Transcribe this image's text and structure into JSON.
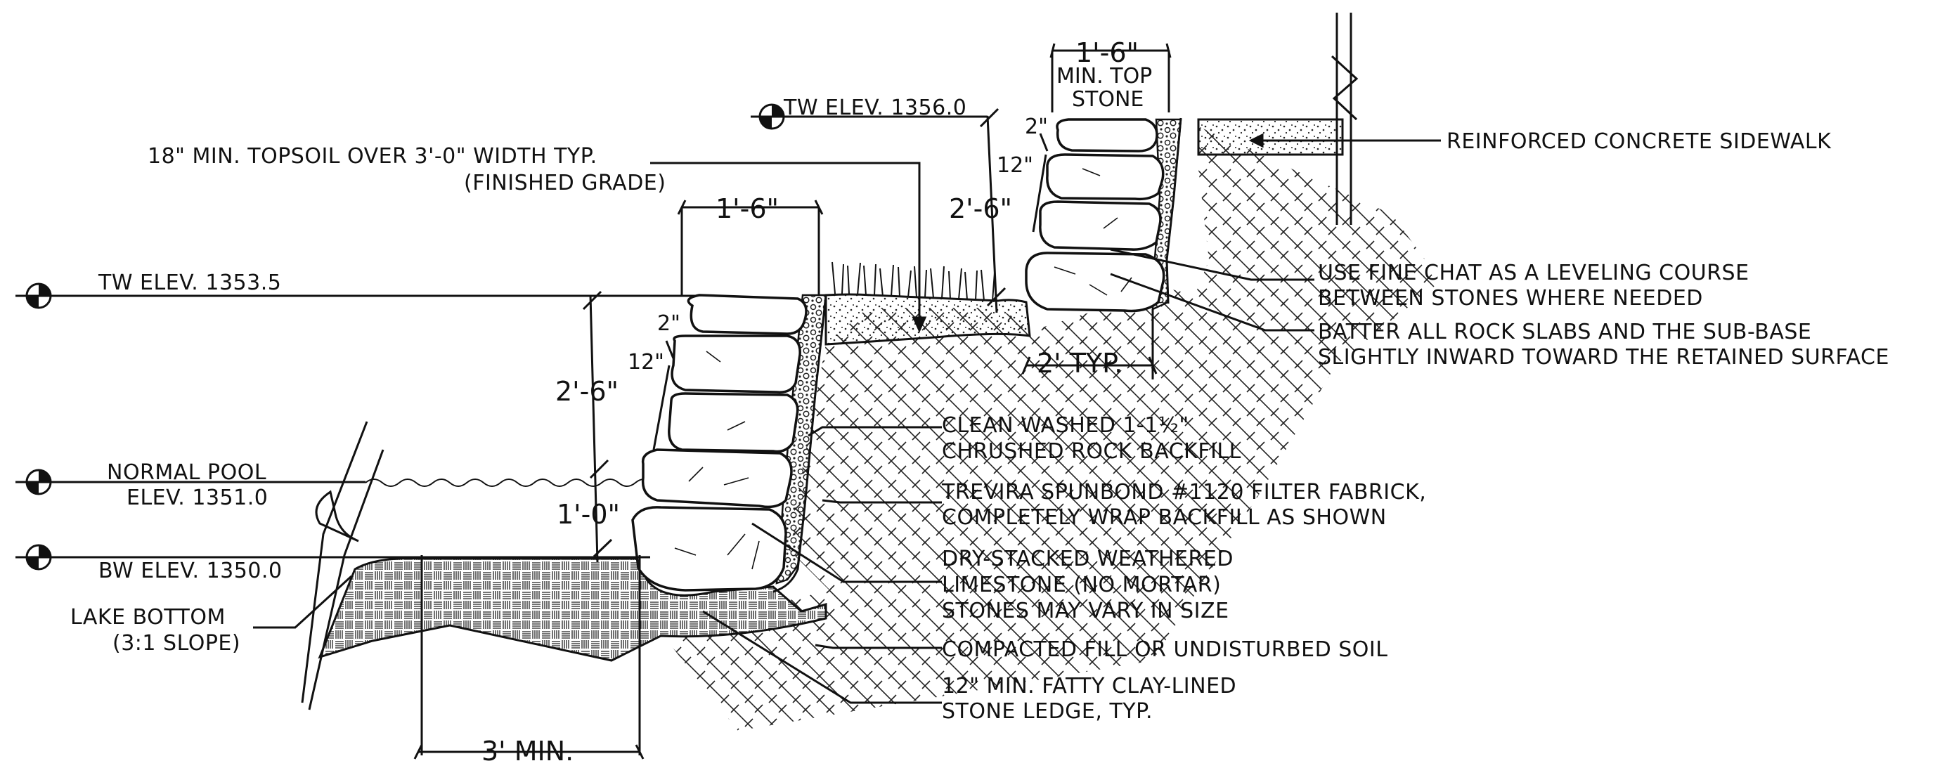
{
  "elevations": {
    "tw_upper": "TW ELEV. 1356.0",
    "tw_lower": "TW ELEV. 1353.5",
    "normal_pool_line1": "NORMAL POOL",
    "normal_pool_line2": "ELEV. 1351.0",
    "bw": "BW ELEV. 1350.0"
  },
  "dimensions": {
    "top_stone_width": "1'-6\"",
    "top_stone_note_line1": "MIN. TOP",
    "top_stone_note_line2": "STONE",
    "upper_course_2": "2\"",
    "upper_course_12": "12\"",
    "upper_height": "2'-6\"",
    "lower_width": "1'-6\"",
    "lower_course_2": "2\"",
    "lower_course_12": "12\"",
    "lower_height": "2'-6\"",
    "pool_depth": "1'-0\"",
    "terrace_offset": "2' TYP.",
    "ledge_width": "3' MIN."
  },
  "labels": {
    "topsoil_line1": "18\" MIN. TOPSOIL OVER 3'-0\" WIDTH TYP.",
    "topsoil_line2": "(FINISHED GRADE)",
    "sidewalk": "REINFORCED CONCRETE SIDEWALK",
    "chat_line1": "USE FINE CHAT AS A LEVELING COURSE",
    "chat_line2": "BETWEEN STONES WHERE NEEDED",
    "batter_line1": "BATTER ALL ROCK SLABS AND THE SUB-BASE",
    "batter_line2": "SLIGHTLY INWARD TOWARD THE RETAINED SURFACE",
    "backfill_line1": "CLEAN WASHED 1-1½\"",
    "backfill_line2": "CHRUSHED ROCK BACKFILL",
    "fabric_line1": "TREVIRA SPUNBOND #1120 FILTER FABRICK,",
    "fabric_line2": "COMPLETELY WRAP BACKFILL AS SHOWN",
    "stone_line1": "DRY-STACKED WEATHERED",
    "stone_line2": "LIMESTONE (NO MORTAR)",
    "stone_line3": "STONES MAY VARY IN SIZE",
    "fill": "COMPACTED FILL OR UNDISTURBED SOIL",
    "ledge_line1": "12\" MIN. FATTY CLAY-LINED",
    "ledge_line2": "STONE LEDGE, TYP.",
    "lake_line1": "LAKE BOTTOM",
    "lake_line2": "(3:1 SLOPE)"
  }
}
